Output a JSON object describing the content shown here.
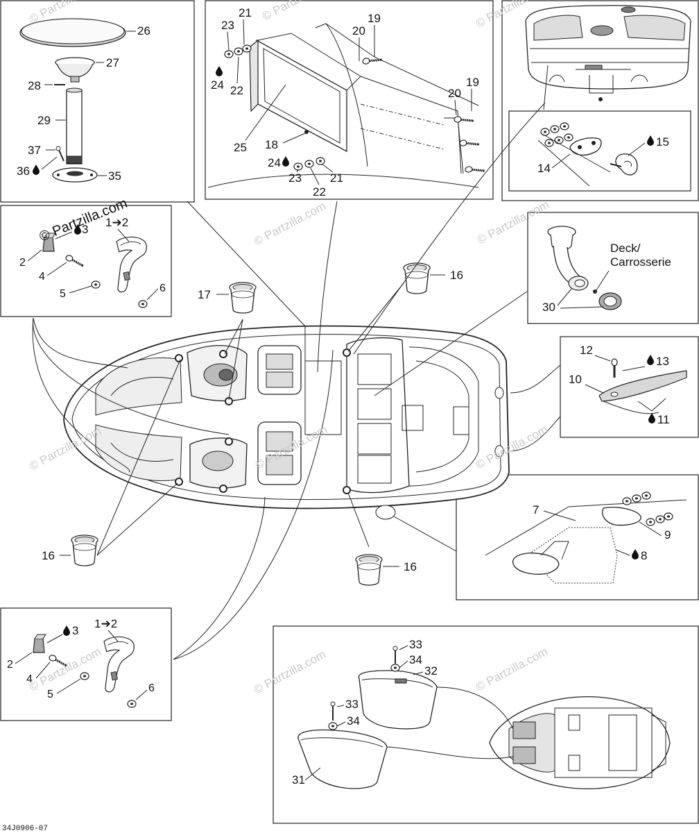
{
  "watermark": {
    "brand": "© Partzilla.com"
  },
  "reference_code": "34J0906-07",
  "deck_label_line1": "Deck/",
  "deck_label_line2": "Carrosserie",
  "drop_icon": "sealant-drop-icon",
  "arrow_label": "1➔2",
  "callouts": {
    "p2a": "2",
    "p3a": "3",
    "p4a": "4",
    "p5a": "5",
    "p6a": "6",
    "p12a": "1➔2",
    "p2b": "2",
    "p3b": "3",
    "p4b": "4",
    "p5b": "5",
    "p6b": "6",
    "p12b": "1➔2",
    "p7": "7",
    "p8": "8",
    "p9": "9",
    "p10": "10",
    "p11": "11",
    "p12": "12",
    "p13": "13",
    "p14": "14",
    "p15": "15",
    "p16a": "16",
    "p16b": "16",
    "p16c": "16",
    "p17": "17",
    "p18": "18",
    "p19a": "19",
    "p19b": "19",
    "p20a": "20",
    "p20b": "20",
    "p21a": "21",
    "p21b": "21",
    "p22a": "22",
    "p22b": "22",
    "p23a": "23",
    "p23b": "23",
    "p24a": "24",
    "p24b": "24",
    "p25": "25",
    "p26": "26",
    "p27": "27",
    "p28": "28",
    "p29": "29",
    "p30": "30",
    "p31": "31",
    "p32": "32",
    "p33a": "33",
    "p33b": "33",
    "p34a": "34",
    "p34b": "34",
    "p35": "35",
    "p36": "36",
    "p37": "37"
  }
}
